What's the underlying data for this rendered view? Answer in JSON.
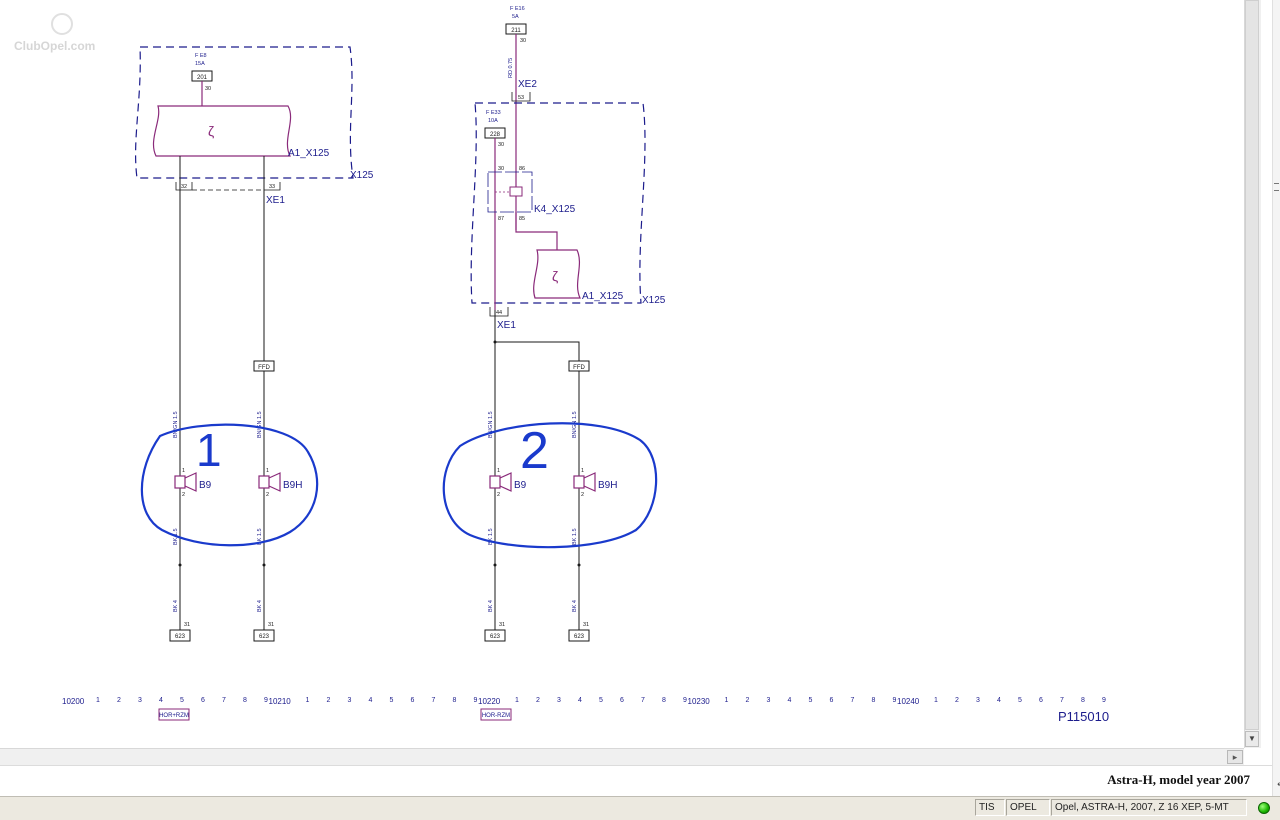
{
  "watermark": "ClubOpel.com",
  "diagram": {
    "page_id": "P115010",
    "left_supply": {
      "fuse": "F E8",
      "rating": "15A",
      "terminal": "201",
      "pin": "30"
    },
    "left_module": {
      "name": "A1_X125",
      "connector": "X125",
      "pins": [
        "32",
        "33"
      ],
      "junction": "XE1"
    },
    "right_supply": {
      "fuse": "F E16",
      "rating": "5A",
      "terminal": "211",
      "pin": "30",
      "wire": "RD 0.75",
      "junction": "XE2",
      "junction_pin": "53"
    },
    "right_module": {
      "connector": "X125",
      "inner_fuse": "F E33",
      "inner_rating": "10A",
      "inner_terminal": "228",
      "inner_pin": "30",
      "relay": "K4_X125",
      "relay_pins": [
        "30",
        "86",
        "87",
        "85"
      ],
      "sub_module": "A1_X125",
      "out_pin": "44",
      "junction": "XE1"
    },
    "connector_block": "FFD",
    "wire_top": "BN/GN 1.5",
    "wire_mid": "BK 1.5",
    "wire_bot": "BK 4",
    "horns": [
      {
        "name": "B9",
        "pin_top": "1",
        "pin_bot": "2"
      },
      {
        "name": "B9H",
        "pin_top": "1",
        "pin_bot": "2"
      },
      {
        "name": "B9",
        "pin_top": "1",
        "pin_bot": "2"
      },
      {
        "name": "B9H",
        "pin_top": "1",
        "pin_bot": "2"
      }
    ],
    "ground_pin": "31",
    "ground_terminal": "623",
    "annotations": [
      "1",
      "2"
    ],
    "ruler": {
      "sections": [
        "10200",
        "10210",
        "10220",
        "10230",
        "10240"
      ],
      "ticks": [
        "1",
        "2",
        "3",
        "4",
        "5",
        "6",
        "7",
        "8",
        "9"
      ],
      "labels": [
        "HOR+RZM",
        "HOR-RZM"
      ]
    }
  },
  "footer": {
    "title": "Astra-H, model year 2007"
  },
  "statusbar": {
    "cells": [
      "TIS",
      "OPEL",
      "Opel, ASTRA-H, 2007, Z 16 XEP, 5-MT"
    ]
  },
  "colors": {
    "line": "#1a1a1a",
    "label": "#1c1c8c",
    "magenta": "#8a2a7a",
    "annotation": "#1a3acc"
  }
}
